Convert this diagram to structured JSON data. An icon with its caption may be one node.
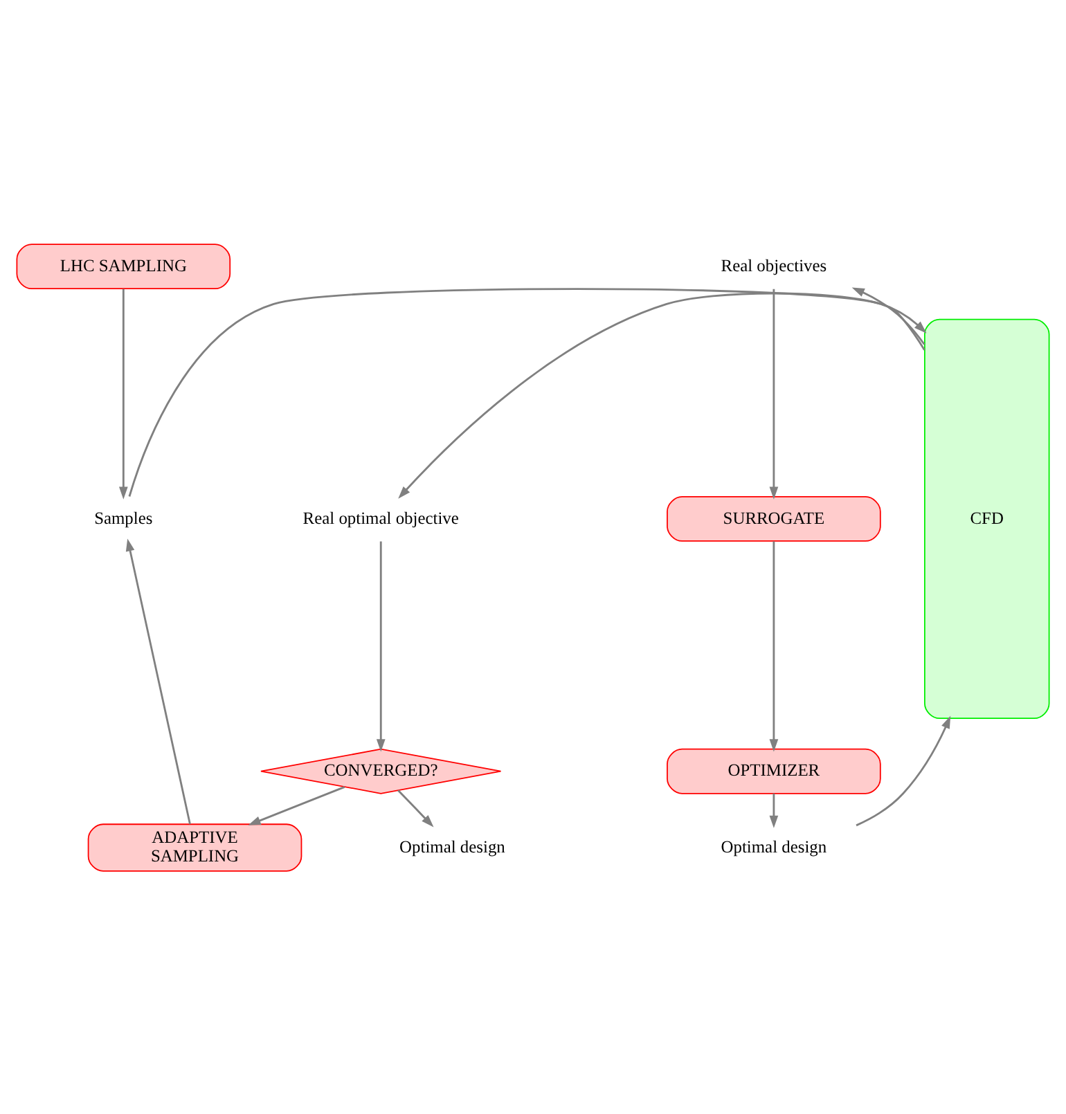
{
  "diagram": {
    "nodes": [
      {
        "text": [
          "LHC SAMPLING"
        ]
      },
      {
        "text": [
          "Samples"
        ]
      },
      {
        "text": [
          "Real objectives"
        ]
      },
      {
        "text": [
          "CFD"
        ]
      },
      {
        "text": [
          "SURROGATE"
        ]
      },
      {
        "text": [
          "OPTIMIZER"
        ]
      },
      {
        "text": [
          "Optimal design"
        ]
      },
      {
        "text": [
          "Real optimal objective"
        ]
      },
      {
        "text": [
          "ADAPTIVE SAMPLING"
        ]
      },
      {
        "text": [
          "CONVERGED?"
        ]
      },
      {
        "text": [
          "Optimal design"
        ]
      }
    ],
    "edges": [
      {
        "from": 0,
        "to": 1,
        "arrow": "to"
      },
      {
        "from": 1,
        "to": 3,
        "arrow": "to"
      },
      {
        "from": 3,
        "to": 2,
        "arrow": "to"
      },
      {
        "from": 2,
        "to": 4,
        "arrow": "to"
      },
      {
        "from": 4,
        "to": 5,
        "arrow": "to"
      },
      {
        "from": 5,
        "to": 6,
        "arrow": "to"
      },
      {
        "from": 6,
        "to": 3,
        "arrow": "to"
      },
      {
        "from": 3,
        "to": 7,
        "arrow": "to"
      },
      {
        "from": 7,
        "to": 9,
        "arrow": "to"
      },
      {
        "from": 9,
        "to": 8,
        "arrow": "to"
      },
      {
        "from": 8,
        "to": 1,
        "arrow": "to"
      },
      {
        "from": 9,
        "to": 10,
        "arrow": "to"
      }
    ]
  }
}
